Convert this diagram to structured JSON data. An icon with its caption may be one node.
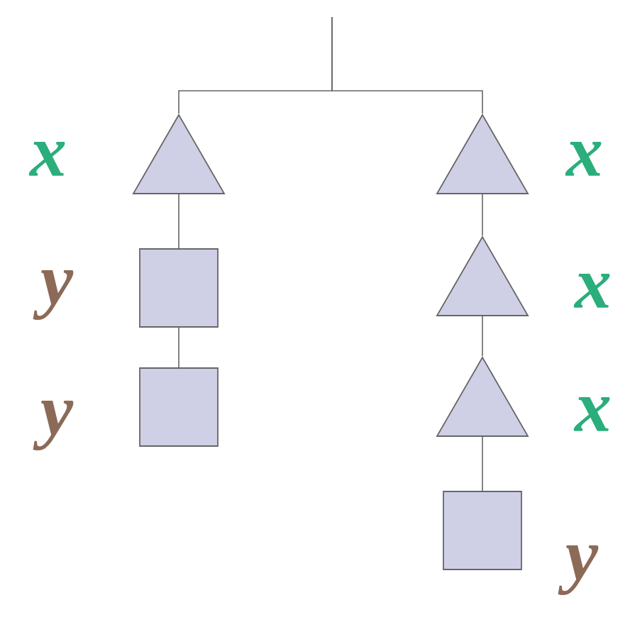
{
  "diagram": {
    "nodes": [
      {
        "text": [],
        "shape": "triangle",
        "beside": [
          "x"
        ]
      },
      {
        "text": [],
        "shape": "box",
        "beside": [
          "y"
        ]
      },
      {
        "text": [],
        "shape": "box",
        "beside": [
          "y"
        ]
      },
      {
        "text": [],
        "shape": "triangle",
        "beside": [
          "x"
        ]
      },
      {
        "text": [],
        "shape": "triangle",
        "beside": [
          "x"
        ]
      },
      {
        "text": [],
        "shape": "triangle",
        "beside": [
          "x"
        ]
      },
      {
        "text": [],
        "shape": "box",
        "beside": [
          "y"
        ]
      }
    ],
    "edges": [
      {
        "from": null,
        "to": 0,
        "arrow": "none"
      },
      {
        "from": null,
        "to": 3,
        "arrow": "none"
      },
      {
        "from": 0,
        "to": 1,
        "arrow": "none"
      },
      {
        "from": 1,
        "to": 2,
        "arrow": "none"
      },
      {
        "from": 3,
        "to": 4,
        "arrow": "none"
      },
      {
        "from": 4,
        "to": 5,
        "arrow": "none"
      },
      {
        "from": 5,
        "to": 6,
        "arrow": "none"
      }
    ]
  }
}
